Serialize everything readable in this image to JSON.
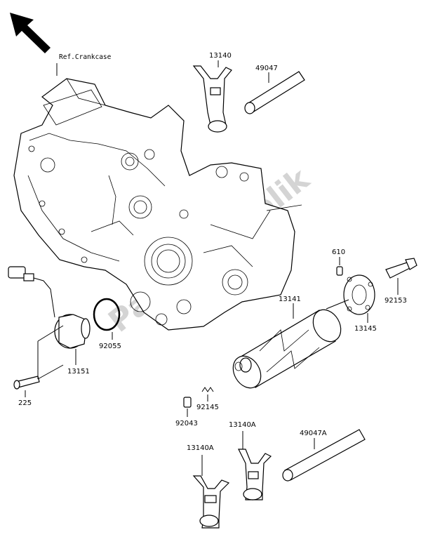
{
  "reference": "Ref.Crankcase",
  "watermark": "PartsRepublik",
  "icons": {
    "front_arrow": "arrow-up-left-icon"
  },
  "labels": {
    "p13140": "13140",
    "p49047": "49047",
    "p610": "610",
    "p92153": "92153",
    "p13141": "13141",
    "p13145": "13145",
    "p92055": "92055",
    "p13151": "13151",
    "p225": "225",
    "p92145": "92145",
    "p92043": "92043",
    "p13140A_left": "13140A",
    "p13140A_right": "13140A",
    "p49047A": "49047A"
  }
}
